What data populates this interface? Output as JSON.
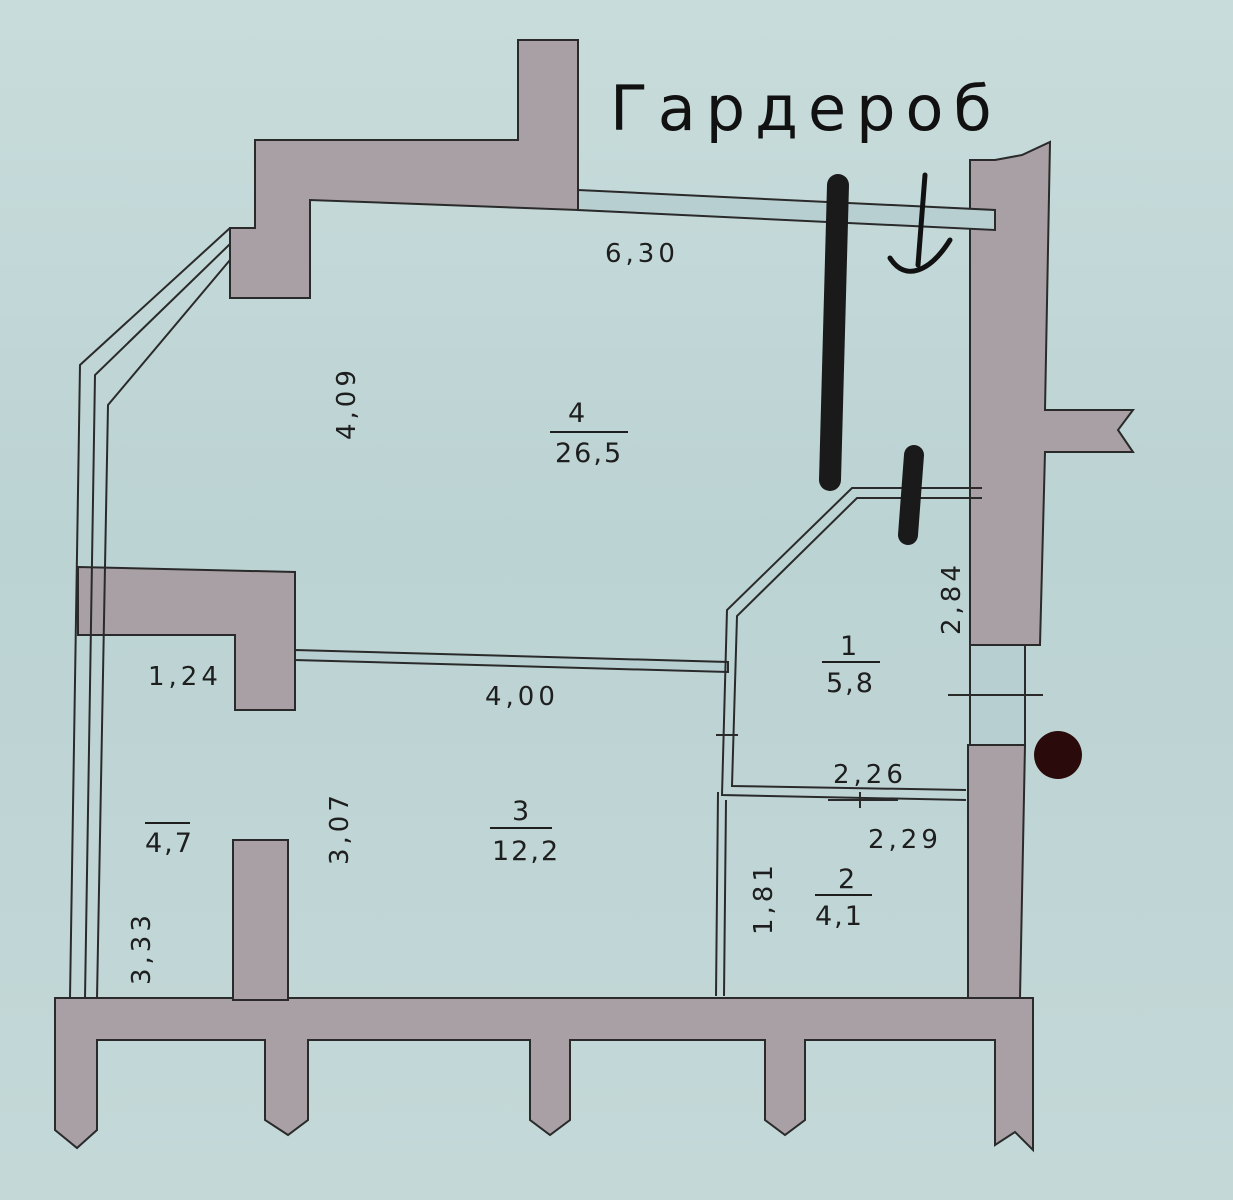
{
  "handwritten_label": "Гардероб",
  "dimensions": {
    "top_wall": "6,30",
    "left_upper": "4,09",
    "right_upper": "2,84",
    "ledge": "1,24",
    "partition": "4,00",
    "hall_bottom": "2,26",
    "bath_width": "2,29",
    "bath_height": "1,81",
    "middle_height": "3,07",
    "loggia": "3,33"
  },
  "rooms": [
    {
      "number": "4",
      "area": "26,5"
    },
    {
      "number": "1",
      "area": "5,8"
    },
    {
      "number": "3",
      "area": "12,2"
    },
    {
      "number": "2",
      "area": "4,1"
    }
  ],
  "loggia_area": "4,7"
}
